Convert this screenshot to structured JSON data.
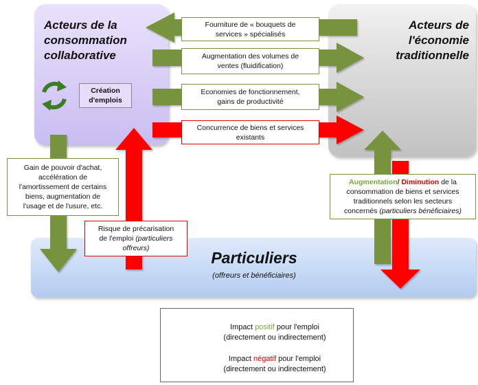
{
  "actors": {
    "collaborative": {
      "line1": "Acteurs de la",
      "line2": "consommation",
      "line3": "collaborative"
    },
    "traditional": {
      "line1": "Acteurs de",
      "line2": "l'économie",
      "line3": "traditionnelle"
    }
  },
  "creation": {
    "line1": "Création",
    "line2": "d'emplois"
  },
  "flows": {
    "bouquets": {
      "line1": "Fourniture de « bouquets de",
      "line2": "services » spécialisés"
    },
    "volumes": {
      "line1": "Augmentation des volumes de",
      "line2": "ventes (fluidification)"
    },
    "economies": {
      "line1": "Economies de fonctionnement,",
      "line2": "gains de productivité"
    },
    "concurrence": {
      "line1": "Concurrence de biens et services",
      "line2": "existants"
    }
  },
  "gain": {
    "line1": "Gain de pouvoir d'achat,",
    "line2": "accélération de",
    "line3": "l'amortissement de certains",
    "line4": "biens, augmentation de",
    "line5": "l'usage et de l'usure, etc."
  },
  "risque": {
    "line1": "Risque de précarisation",
    "line2": "de l'emploi",
    "line2b": "(particuliers",
    "line3": "offreurs)"
  },
  "augmentation": {
    "word_aug": "Augmentation",
    "slash": "/ ",
    "word_dim": "Diminution",
    "line1_rest": " de la",
    "line2": "consommation de biens et services",
    "line3": "traditionnels selon les secteurs",
    "line4a": "concernés ",
    "line4b": "(particuliers bénéficiaires)"
  },
  "particuliers": {
    "title": "Particuliers",
    "subtitle": "(offreurs et bénéficiaires)"
  },
  "legend": {
    "positive": {
      "pre": "Impact ",
      "word": "positif",
      "post": " pour l'emploi",
      "line2": "(directement ou indirectement)"
    },
    "negative": {
      "pre": "Impact ",
      "word": "négatif",
      "post": " pour l'emploi",
      "line2": "(directement ou indirectement)"
    }
  },
  "colors": {
    "positive_arrow": "#77933c",
    "negative_arrow": "#ff0000",
    "positive_text": "#77a83b",
    "negative_text": "#e00000"
  }
}
